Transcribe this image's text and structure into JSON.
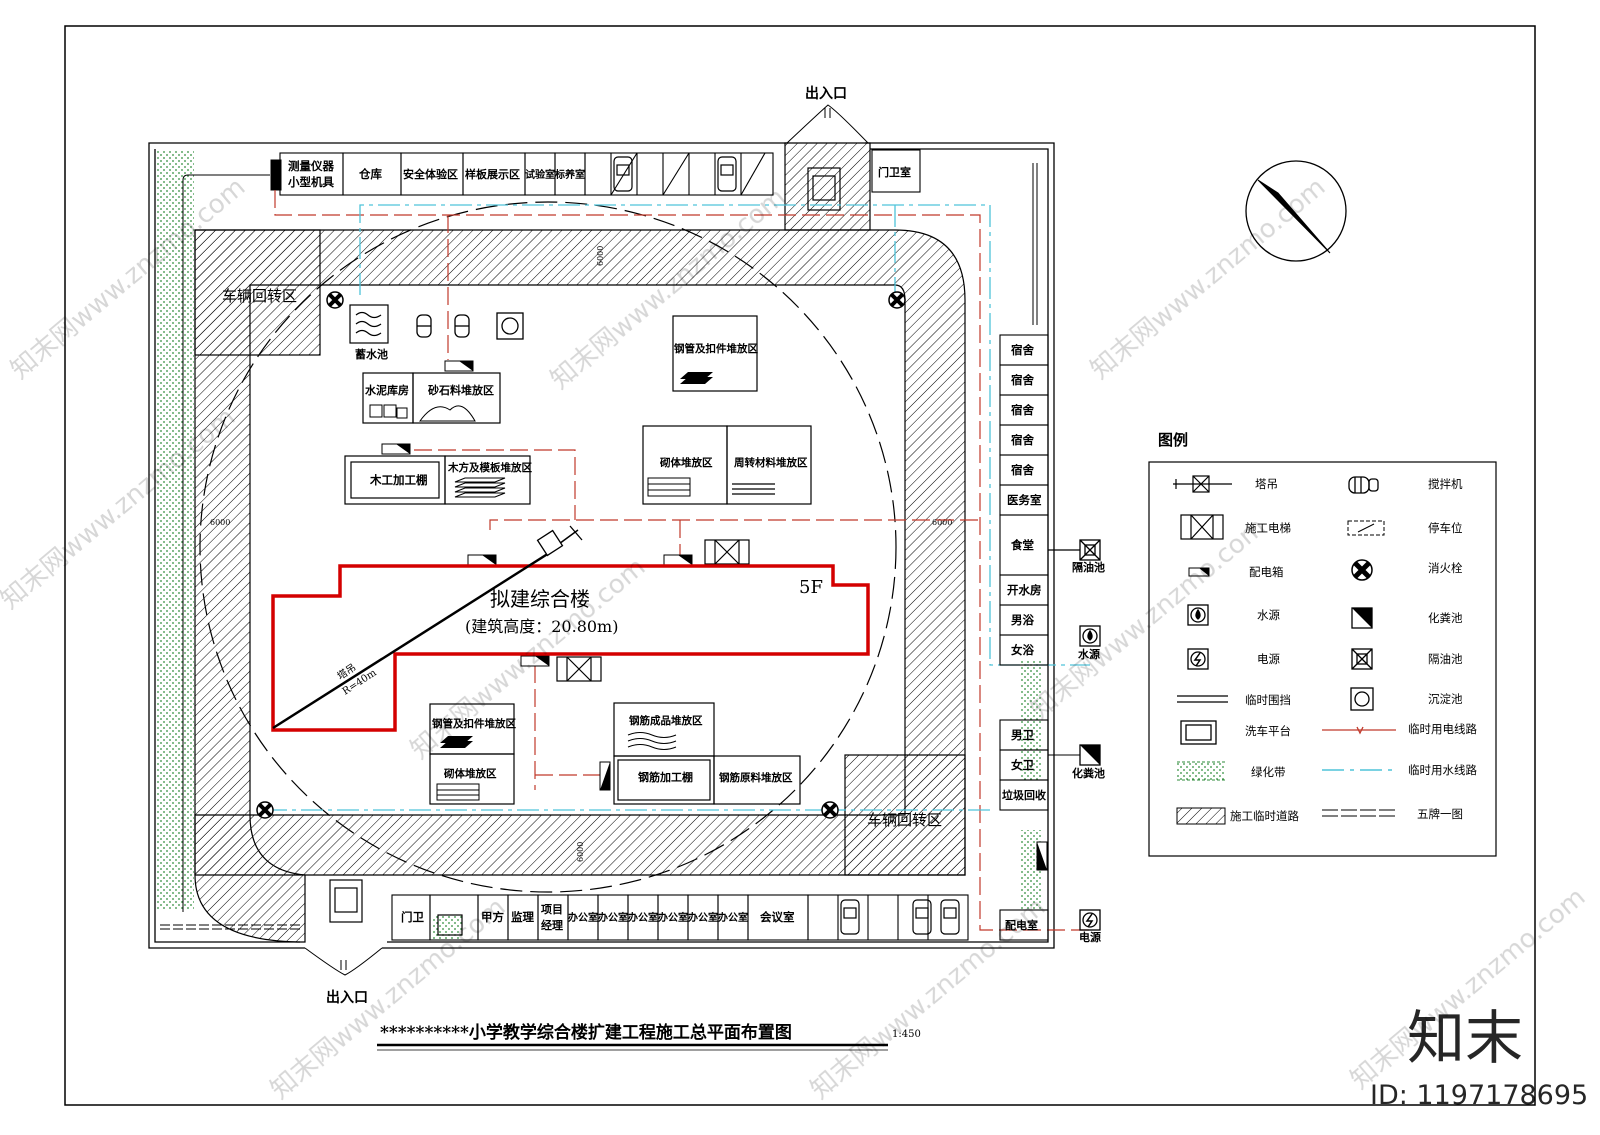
{
  "title": "**********小学教学综合楼扩建工程施工总平面布置图",
  "scale": "1:450",
  "entrances": {
    "top": "出入口",
    "bottom": "出入口"
  },
  "top_row": {
    "survey": [
      "测量仪器",
      "小型机具"
    ],
    "warehouse": "仓库",
    "safety": "安全体验区",
    "sample": "样板展示区",
    "lab": "试验室",
    "curing": "标养室"
  },
  "guard_top": "门卫室",
  "turn_zone": "车辆回转区",
  "pool": "蓄水池",
  "zones": {
    "cement": "水泥库房",
    "sand": "砂石料堆放区",
    "wood_shed": "木工加工棚",
    "wood_store": "木方及模板堆放区",
    "steel_pipe": "钢管及扣件堆放区",
    "masonry": "砌体堆放区",
    "turnover": "周转材料堆放区",
    "rebar_done": "钢筋成品堆放区",
    "rebar_shed": "钢筋加工棚",
    "rebar_raw": "钢筋原料堆放区"
  },
  "building": {
    "name": "拟建综合楼",
    "height": "(建筑高度：20.80m)",
    "floors": "5F"
  },
  "crane": {
    "label": "塔吊",
    "radius": "R=40m"
  },
  "road_width": "6000",
  "right_column": [
    "宿舍",
    "宿舍",
    "宿舍",
    "宿舍",
    "宿舍",
    "医务室",
    "食堂",
    "开水房",
    "男浴",
    "女浴",
    "男卫",
    "女卫",
    "垃圾回收",
    "配电室"
  ],
  "outside_right": {
    "oil": "隔油池",
    "water": "水源",
    "septic": "化粪池",
    "power": "电源"
  },
  "bottom_row": [
    "门卫",
    "甲方",
    "监理",
    "项目",
    "经理",
    "办公室",
    "会议室"
  ],
  "legend": {
    "title": "图例",
    "items": [
      [
        "塔吊",
        "搅拌机"
      ],
      [
        "施工电梯",
        "停车位"
      ],
      [
        "配电箱",
        "消火栓"
      ],
      [
        "水源",
        "化粪池"
      ],
      [
        "电源",
        "隔油池"
      ],
      [
        "临时围挡",
        "沉淀池"
      ],
      [
        "洗车平台",
        "临时用电线路"
      ],
      [
        "绿化带",
        "临时用水线路"
      ],
      [
        "施工临时道路",
        "五牌一图"
      ]
    ]
  },
  "watermark": {
    "brand": "知末",
    "id": "ID: 1197178695",
    "site": "知末网www.znzmo.com"
  },
  "colors": {
    "building": "#d40000",
    "power_line": "#c0392b",
    "water_line": "#4fc3d9",
    "green": "#2e8b3a"
  }
}
